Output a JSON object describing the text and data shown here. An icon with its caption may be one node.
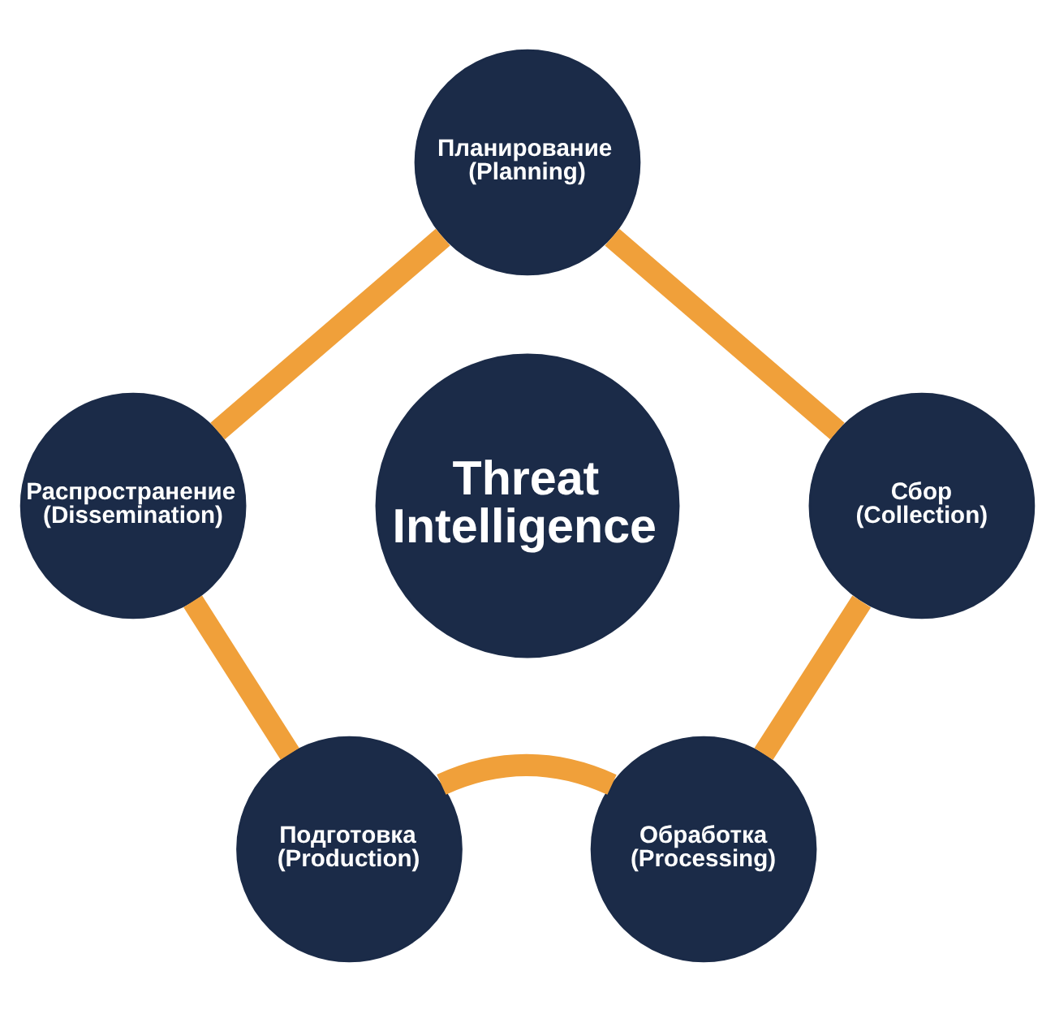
{
  "diagram": {
    "nodes": [
      {
        "text": [
          "Планирование (Planning)"
        ]
      },
      {
        "text": [
          "Распространение (Dissemination)"
        ]
      },
      {
        "text": [
          "Сбор (Collection)"
        ]
      },
      {
        "text": [
          "Threat Intelligence"
        ]
      },
      {
        "text": [
          "Подготовка (Production)"
        ]
      },
      {
        "text": [
          "Обработка (Processing)"
        ]
      }
    ],
    "edges": [
      {
        "from": 0,
        "to": 2,
        "arrow": "none"
      },
      {
        "from": 2,
        "to": 5,
        "arrow": "none"
      },
      {
        "from": 5,
        "to": 4,
        "arrow": "none"
      },
      {
        "from": 4,
        "to": 1,
        "arrow": "none"
      },
      {
        "from": 1,
        "to": 0,
        "arrow": "none"
      }
    ]
  }
}
